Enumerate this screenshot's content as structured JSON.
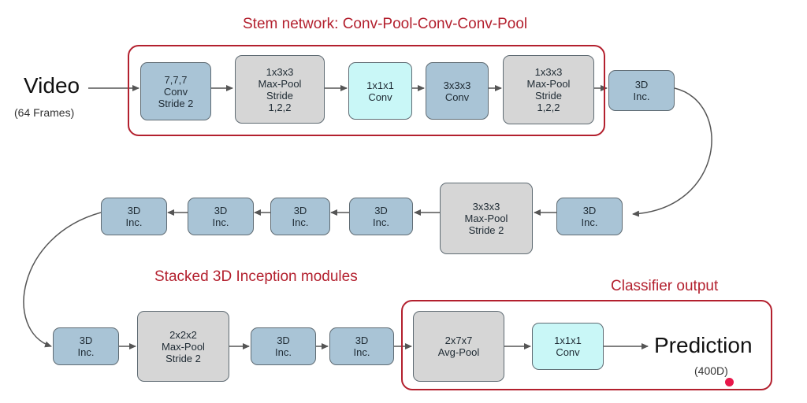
{
  "titles": {
    "stem": "Stem network: Conv-Pool-Conv-Conv-Pool",
    "stacked": "Stacked 3D Inception modules",
    "classifier": "Classifier output"
  },
  "input": {
    "label": "Video",
    "sub": "(64 Frames)"
  },
  "output": {
    "label": "Prediction",
    "sub": "(400D)"
  },
  "nodes": {
    "conv7": "7,7,7\nConv\nStride 2",
    "pool1": "1x3x3\nMax-Pool\nStride\n1,2,2",
    "conv1": "1x1x1\nConv",
    "conv3": "3x3x3\nConv",
    "pool2": "1x3x3\nMax-Pool\nStride\n1,2,2",
    "inc1": "3D\nInc.",
    "inc2": "3D\nInc.",
    "pool3": "3x3x3\nMax-Pool\nStride 2",
    "inc3": "3D\nInc.",
    "inc4": "3D\nInc.",
    "inc5": "3D\nInc.",
    "inc6": "3D\nInc.",
    "inc7": "3D\nInc.",
    "pool4": "2x2x2\nMax-Pool\nStride 2",
    "inc8": "3D\nInc.",
    "inc9": "3D\nInc.",
    "avgpool": "2x7x7\nAvg-Pool",
    "conv_out": "1x1x1\nConv"
  },
  "colors": {
    "accent": "#b3202e",
    "blue": "#a9c4d6",
    "gray": "#d6d6d6",
    "cyan": "#c9f7f7"
  }
}
